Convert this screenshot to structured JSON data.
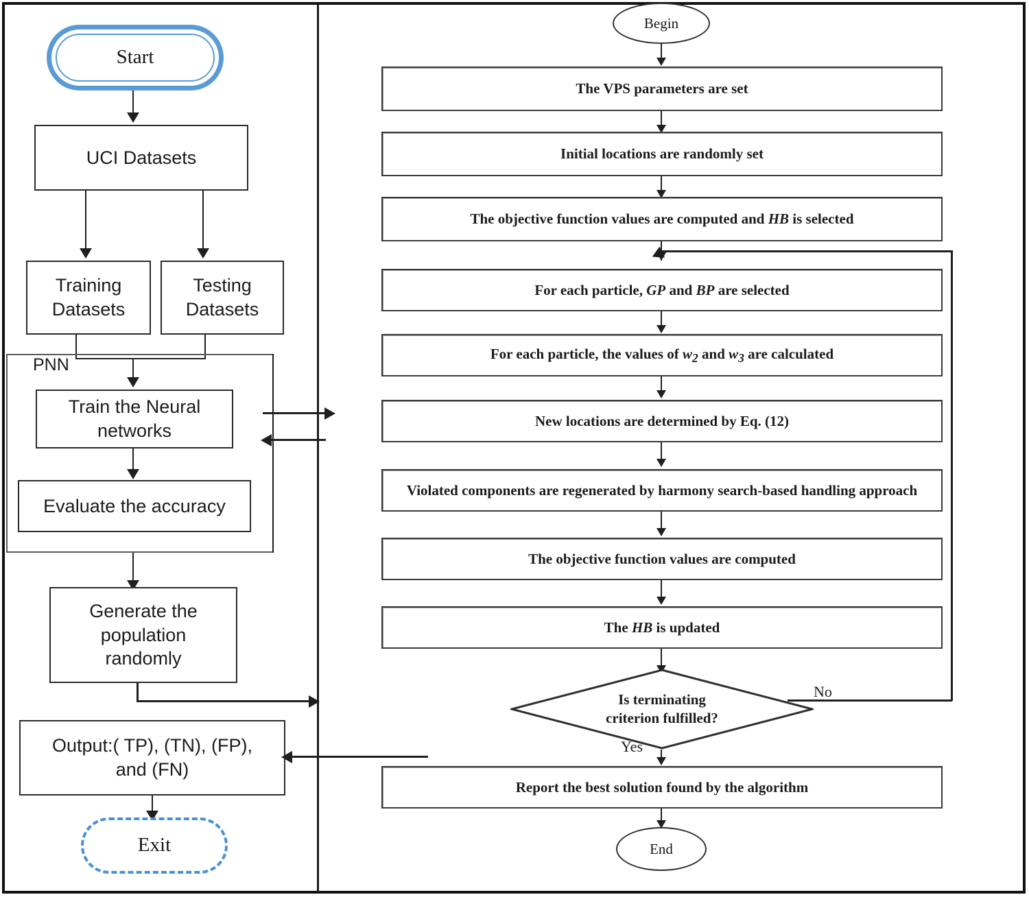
{
  "diagram": {
    "title": "PNN-VPS hybrid algorithm flowchart",
    "accent_blue": "#5b9bd5",
    "line_color": "#1f1f1f"
  },
  "left_panel": {
    "start": "Start",
    "uci_datasets": "UCI Datasets",
    "training_datasets": "Training\nDatasets",
    "training_datasets_line1": "Training",
    "training_datasets_line2": "Datasets",
    "testing_datasets_line1": "Testing",
    "testing_datasets_line2": "Datasets",
    "pnn_group_label": "PNN",
    "train_nn_line1": "Train the Neural",
    "train_nn_line2": "networks",
    "evaluate_accuracy": "Evaluate the accuracy",
    "generate_population_line1": "Generate the",
    "generate_population_line2": "population",
    "generate_population_line3": "randomly",
    "output_line1": "Output:( TP), (TN), (FP),",
    "output_line2": "and (FN)",
    "exit": "Exit"
  },
  "right_panel": {
    "begin": "Begin",
    "end": "End",
    "steps": [
      {
        "id": "vps-parameters",
        "text": "The VPS parameters are set"
      },
      {
        "id": "initial-locations",
        "text": "Initial locations are randomly set"
      },
      {
        "id": "objective-hb-selected",
        "pre": "The objective function values are computed and ",
        "em": "HB",
        "post": " is selected"
      },
      {
        "id": "gp-bp-selected",
        "pre": "For each particle, ",
        "em": "GP",
        "mid": " and ",
        "em2": "BP",
        "post": " are selected"
      },
      {
        "id": "w2-w3-calculated",
        "pre": "For each particle, the values of ",
        "em": "w",
        "sub": "2",
        "mid": " and ",
        "em2": "w",
        "sub2": "3",
        "post": " are calculated"
      },
      {
        "id": "new-locations",
        "text": "New locations are determined by Eq. (12)"
      },
      {
        "id": "violated-components",
        "text": "Violated components are regenerated by harmony search-based handling approach"
      },
      {
        "id": "objective-computed",
        "text": "The objective function values are computed"
      },
      {
        "id": "hb-updated",
        "pre": "The ",
        "em": "HB",
        "post": " is updated"
      }
    ],
    "decision": {
      "line1": "Is terminating",
      "line2": "criterion fulfilled?",
      "yes_label": "Yes",
      "no_label": "No"
    },
    "report_best": "Report the best solution found by the algorithm"
  }
}
